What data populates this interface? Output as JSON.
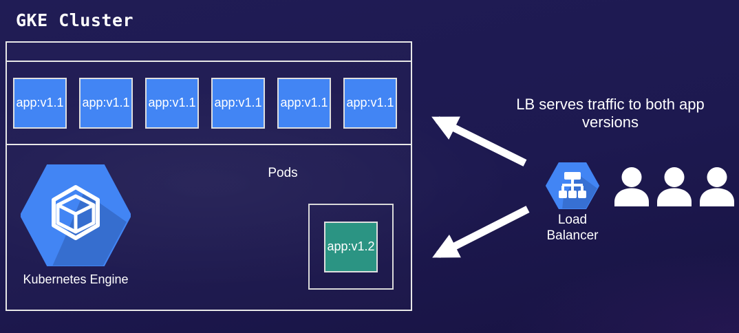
{
  "title": "GKE Cluster",
  "cluster": {
    "pods_label": "Pods",
    "engine_label": "Kubernetes Engine",
    "pods": [
      {
        "label": "app:v1.1"
      },
      {
        "label": "app:v1.1"
      },
      {
        "label": "app:v1.1"
      },
      {
        "label": "app:v1.1"
      },
      {
        "label": "app:v1.1"
      },
      {
        "label": "app:v1.1"
      }
    ],
    "pod_v2": {
      "label": "app:v1.2"
    }
  },
  "load_balancer": {
    "label": "Load Balancer",
    "icon": "hexagon-network-tree-icon"
  },
  "kubernetes_engine": {
    "icon": "hexagon-cube-icon"
  },
  "users": {
    "count": 3,
    "icon": "person-silhouette-icon"
  },
  "annotation": "LB serves traffic to both app versions",
  "arrows": {
    "count": 2,
    "color": "#ffffff",
    "description": "two thick arrows from load balancer: one to v1.1 pods row, one to v1.2 pod"
  },
  "colors": {
    "background": "#1d1950",
    "pod_blue": "#4285f4",
    "pod_green": "#2b9483",
    "icon_blue": "#4285f4",
    "box_border": "#e8e8e8",
    "text": "#ffffff"
  }
}
